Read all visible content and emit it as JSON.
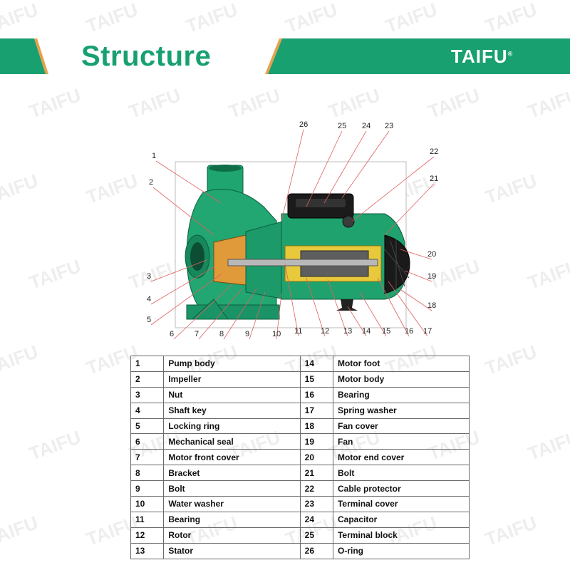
{
  "header": {
    "title": "Structure",
    "brand_logo": "TAIFU",
    "brand_mark": "®",
    "accent_color": "#18a070"
  },
  "diagram": {
    "callouts": [
      "1",
      "2",
      "3",
      "4",
      "5",
      "6",
      "7",
      "8",
      "9",
      "10",
      "11",
      "12",
      "13",
      "14",
      "15",
      "16",
      "17",
      "18",
      "19",
      "20",
      "21",
      "22",
      "23",
      "24",
      "25",
      "26"
    ]
  },
  "parts_table": {
    "rows": [
      {
        "left_num": "1",
        "left_name": "Pump body",
        "right_num": "14",
        "right_name": "Motor foot"
      },
      {
        "left_num": "2",
        "left_name": "Impeller",
        "right_num": "15",
        "right_name": "Motor body"
      },
      {
        "left_num": "3",
        "left_name": "Nut",
        "right_num": "16",
        "right_name": "Bearing"
      },
      {
        "left_num": "4",
        "left_name": "Shaft key",
        "right_num": "17",
        "right_name": "Spring washer"
      },
      {
        "left_num": "5",
        "left_name": "Locking ring",
        "right_num": "18",
        "right_name": "Fan cover"
      },
      {
        "left_num": "6",
        "left_name": "Mechanical seal",
        "right_num": "19",
        "right_name": "Fan"
      },
      {
        "left_num": "7",
        "left_name": "Motor front cover",
        "right_num": "20",
        "right_name": "Motor end cover"
      },
      {
        "left_num": "8",
        "left_name": "Bracket",
        "right_num": "21",
        "right_name": "Bolt"
      },
      {
        "left_num": "9",
        "left_name": "Bolt",
        "right_num": "22",
        "right_name": "Cable protector"
      },
      {
        "left_num": "10",
        "left_name": "Water washer",
        "right_num": "23",
        "right_name": "Terminal cover"
      },
      {
        "left_num": "11",
        "left_name": "Bearing",
        "right_num": "24",
        "right_name": "Capacitor"
      },
      {
        "left_num": "12",
        "left_name": "Rotor",
        "right_num": "25",
        "right_name": "Terminal block"
      },
      {
        "left_num": "13",
        "left_name": "Stator",
        "right_num": "26",
        "right_name": "O-ring"
      }
    ]
  }
}
